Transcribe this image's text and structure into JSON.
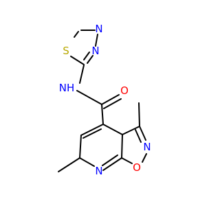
{
  "diagram": {
    "type": "chemical-structure",
    "atoms": {
      "sulfur": {
        "symbol": "S"
      },
      "thiadiazole_n_upper": {
        "symbol": "N"
      },
      "thiadiazole_n_lower": {
        "symbol": "N"
      },
      "amide_nh": {
        "symbol": "NH"
      },
      "carbonyl_o": {
        "symbol": "O"
      },
      "isoxazole_n": {
        "symbol": "N"
      },
      "isoxazole_o": {
        "symbol": "O"
      },
      "pyridine_n": {
        "symbol": "N"
      }
    },
    "colors": {
      "bond": "#000000",
      "sulfur": "#b8a800",
      "nitrogen": "#0000ff",
      "oxygen": "#ff0000"
    }
  }
}
